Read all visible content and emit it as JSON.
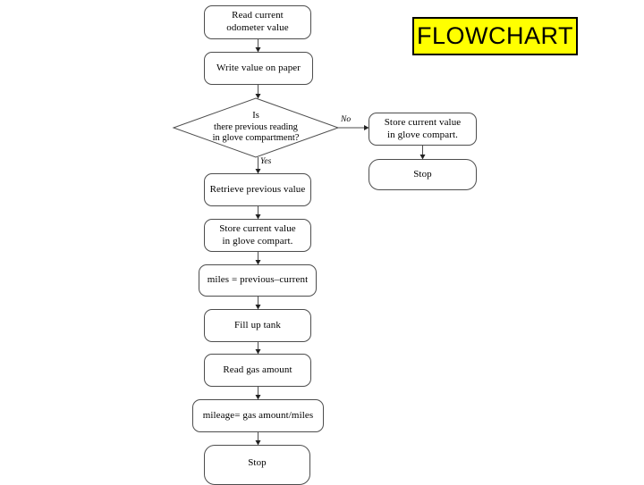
{
  "title_banner": {
    "label": "FLOWCHART",
    "background_color": "#ffff00",
    "border_color": "#000000",
    "text_color": "#000000"
  },
  "diagram": {
    "type": "flowchart",
    "background_color": "#ffffff",
    "node_border_color": "#4d4d4d",
    "node_fill_color": "#ffffff",
    "connector_color": "#4d4d4d",
    "nodes": [
      {
        "id": "read-odometer",
        "shape": "process",
        "label": "Read current\nodometer value"
      },
      {
        "id": "write-paper",
        "shape": "process",
        "label": "Write value on paper"
      },
      {
        "id": "previous-reading",
        "shape": "decision",
        "label": "Is\nthere previous reading\nin glove compartment?"
      },
      {
        "id": "store-no-branch",
        "shape": "process",
        "label": "Store current value\nin glove compart."
      },
      {
        "id": "stop-no-branch",
        "shape": "terminator",
        "label": "Stop"
      },
      {
        "id": "retrieve-previous",
        "shape": "process",
        "label": "Retrieve previous value"
      },
      {
        "id": "store-yes-branch",
        "shape": "process",
        "label": "Store current value\nin glove compart."
      },
      {
        "id": "compute-miles",
        "shape": "process",
        "label": "miles = previous–current"
      },
      {
        "id": "fill-tank",
        "shape": "process",
        "label": "Fill up tank"
      },
      {
        "id": "read-gas",
        "shape": "process",
        "label": "Read gas amount"
      },
      {
        "id": "compute-mileage",
        "shape": "process",
        "label": "mileage= gas amount/miles"
      },
      {
        "id": "stop-main",
        "shape": "terminator",
        "label": "Stop"
      }
    ],
    "branch_labels": {
      "no": "No",
      "yes": "Yes"
    }
  }
}
